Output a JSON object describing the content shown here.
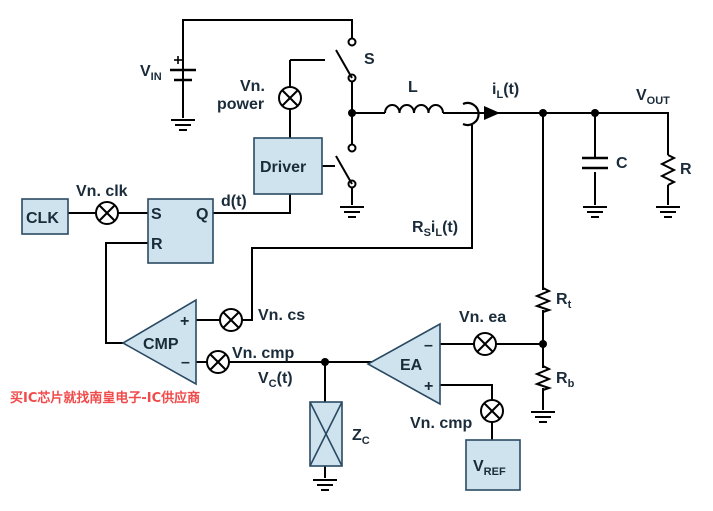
{
  "labels": {
    "vin": "V",
    "vin_sub": "IN",
    "s": "S",
    "vn_power_1": "Vn.",
    "vn_power_2": "power",
    "l": "L",
    "il": "i",
    "il_sub": "L",
    "il_t": "(t)",
    "vout": "V",
    "vout_sub": "OUT",
    "c": "C",
    "r": "R",
    "driver": "Driver",
    "vn_clk": "Vn. clk",
    "clk": "CLK",
    "ff_s": "S",
    "ff_q": "Q",
    "ff_r": "R",
    "dt": "d(t)",
    "rsil_1": "R",
    "rsil_s": "S",
    "rsil_2": "i",
    "rsil_l": "L",
    "rsil_3": "(t)",
    "rt": "R",
    "rt_sub": "t",
    "vn_cs": "Vn. cs",
    "cmp": "CMP",
    "cmp_plus": "+",
    "cmp_minus": "–",
    "vn_ea": "Vn. ea",
    "vn_cmp_top": "Vn. cmp",
    "ea": "EA",
    "ea_minus": "–",
    "ea_plus": "+",
    "vc": "V",
    "vc_sub": "C",
    "vc_t": "(t)",
    "rb": "R",
    "rb_sub": "b",
    "zc": "Z",
    "zc_sub": "C",
    "vn_cmp_bottom": "Vn. cmp",
    "vref": "V",
    "vref_sub": "REF"
  },
  "watermark": "买IC芯片就找南皇电子-IC供应商",
  "colors": {
    "block_fill": "#cfe3ee",
    "block_stroke": "#2a4a63",
    "watermark": "#f04a4a"
  }
}
